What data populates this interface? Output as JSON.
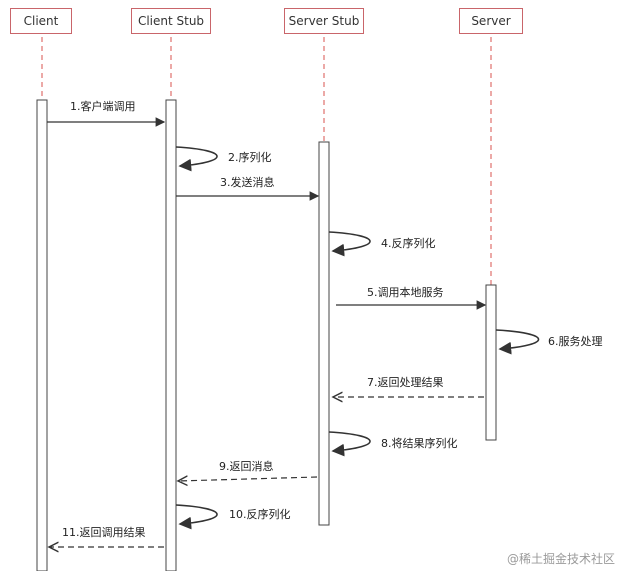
{
  "participants": [
    {
      "id": "client",
      "label": "Client"
    },
    {
      "id": "client_stub",
      "label": "Client Stub"
    },
    {
      "id": "server_stub",
      "label": "Server Stub"
    },
    {
      "id": "server",
      "label": "Server"
    }
  ],
  "messages": [
    {
      "id": "m1",
      "label": "1.客户端调用"
    },
    {
      "id": "m2",
      "label": "2.序列化"
    },
    {
      "id": "m3",
      "label": "3.发送消息"
    },
    {
      "id": "m4",
      "label": "4.反序列化"
    },
    {
      "id": "m5",
      "label": "5.调用本地服务"
    },
    {
      "id": "m6",
      "label": "6.服务处理"
    },
    {
      "id": "m7",
      "label": "7.返回处理结果"
    },
    {
      "id": "m8",
      "label": "8.将结果序列化"
    },
    {
      "id": "m9",
      "label": "9.返回消息"
    },
    {
      "id": "m10",
      "label": "10.反序列化"
    },
    {
      "id": "m11",
      "label": "11.返回调用结果"
    }
  ],
  "watermark": "@稀土掘金技术社区",
  "colors": {
    "lifeline": "#d9534f",
    "box_border": "#c9656a",
    "arrow": "#333333"
  }
}
